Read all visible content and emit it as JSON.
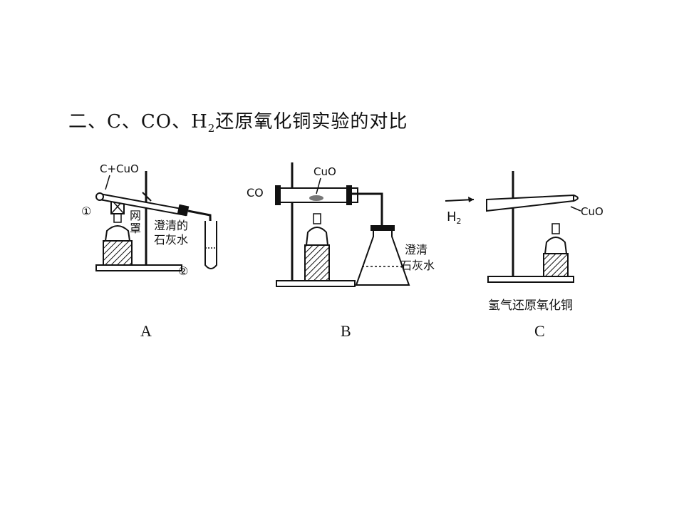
{
  "title": {
    "part1": "二、C、CO、H",
    "sub": "2",
    "part2": "还原氧化铜实验的对比"
  },
  "figure_a": {
    "label_reactants": "C+CuO",
    "marker_1": "①",
    "marker_2": "②",
    "label_gauze_1": "网",
    "label_gauze_2": "罩",
    "label_limewater_1": "澄清的",
    "label_limewater_2": "石灰水",
    "caption": "A"
  },
  "figure_b": {
    "label_co": "CO",
    "label_cuo": "CuO",
    "label_limewater_1": "澄清",
    "label_limewater_2": "石灰水",
    "caption": "B"
  },
  "figure_c": {
    "label_h": "H",
    "label_h_sub": "2",
    "label_cuo": "CuO",
    "subtitle": "氢气还原氧化铜",
    "caption": "C"
  }
}
